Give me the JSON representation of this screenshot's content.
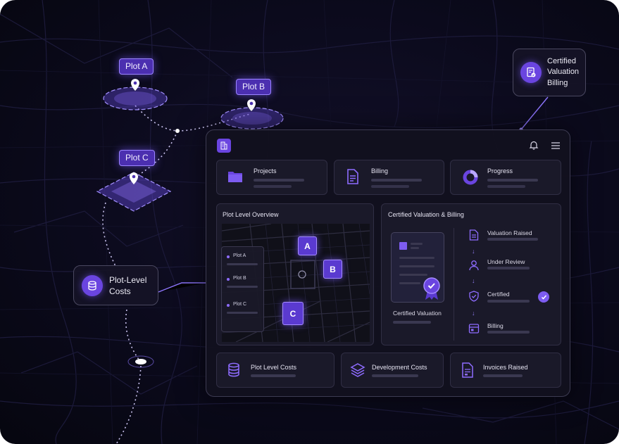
{
  "map_labels": {
    "plot_a": "Plot A",
    "plot_b": "Plot B",
    "plot_c": "Plot C"
  },
  "floating_cards": {
    "certified_valuation_billing": [
      "Certified",
      "Valuation",
      "Billing"
    ],
    "plot_level_costs": [
      "Plot-Level",
      "Costs"
    ]
  },
  "top_cards": [
    {
      "label": "Projects",
      "icon": "folder-icon"
    },
    {
      "label": "Billing",
      "icon": "document-icon"
    },
    {
      "label": "Progress",
      "icon": "pie-chart-icon"
    }
  ],
  "plot_overview": {
    "title": "Plot Level Overview",
    "legend": [
      "Plot A",
      "Plot B",
      "Plot C"
    ],
    "boxes": [
      "A",
      "B",
      "C"
    ]
  },
  "valuation": {
    "title": "Certified Valuation & Billing",
    "doc_caption": "Certified Valuation",
    "steps": [
      {
        "label": "Valuation Raised",
        "icon": "document-icon"
      },
      {
        "label": "Under Review",
        "icon": "user-icon"
      },
      {
        "label": "Certified",
        "icon": "shield-check-icon"
      },
      {
        "label": "Billing",
        "icon": "billing-icon"
      }
    ]
  },
  "bottom_cards": [
    {
      "label": "Plot Level Costs",
      "icon": "database-icon"
    },
    {
      "label": "Development Costs",
      "icon": "layers-icon"
    },
    {
      "label": "Invoices Raised",
      "icon": "invoice-icon"
    }
  ],
  "colors": {
    "accent": "#6a45e0",
    "accent_light": "#9b84ff",
    "background": "#0b0a1c",
    "panel": "#1a1929"
  }
}
